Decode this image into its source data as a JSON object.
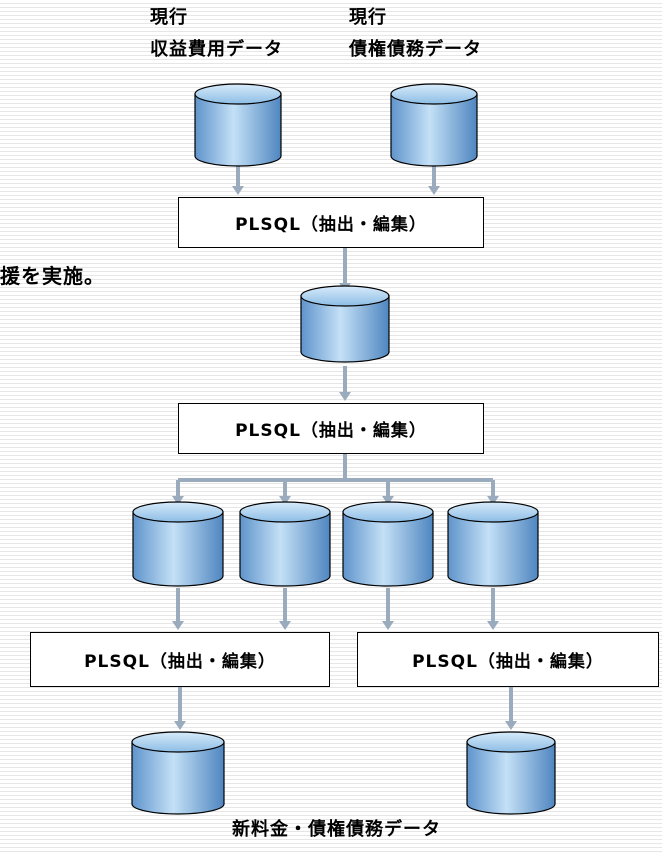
{
  "sources": {
    "left": {
      "line1": "現行",
      "line2": "収益費用データ"
    },
    "right": {
      "line1": "現行",
      "line2": "債権債務データ"
    }
  },
  "side_text": "援を実施。",
  "process_label": "PLSQL（抽出・編集）",
  "output_label": "新料金・債権債務データ",
  "colors": {
    "cylinder_fill_light": "#b8d8f0",
    "cylinder_fill_dark": "#4f86c0",
    "cylinder_top": "#9cc6ea",
    "cylinder_stroke": "#000000",
    "arrow": "#9aabbd"
  }
}
